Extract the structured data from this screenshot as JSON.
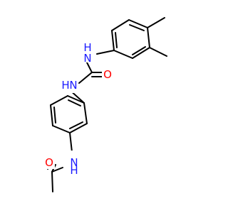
{
  "structure": {
    "atoms": [
      {
        "id": "N_top",
        "symbol": "N",
        "subscript": "H",
        "color": "#1a1aff"
      },
      {
        "id": "O_urea",
        "symbol": "O",
        "subscript": "",
        "color": "#ff0000"
      },
      {
        "id": "N_mid",
        "symbol": "N",
        "subscript": "H",
        "color": "#1a1aff"
      },
      {
        "id": "N_bottom",
        "symbol": "N",
        "subscript": "H",
        "color": "#1a1aff"
      },
      {
        "id": "O_acetyl",
        "symbol": "O",
        "subscript": "",
        "color": "#ff0000"
      }
    ]
  },
  "colors": {
    "bond": "#000000",
    "nitrogen": "#1a1aff",
    "oxygen": "#ff0000",
    "background": "#ffffff"
  }
}
